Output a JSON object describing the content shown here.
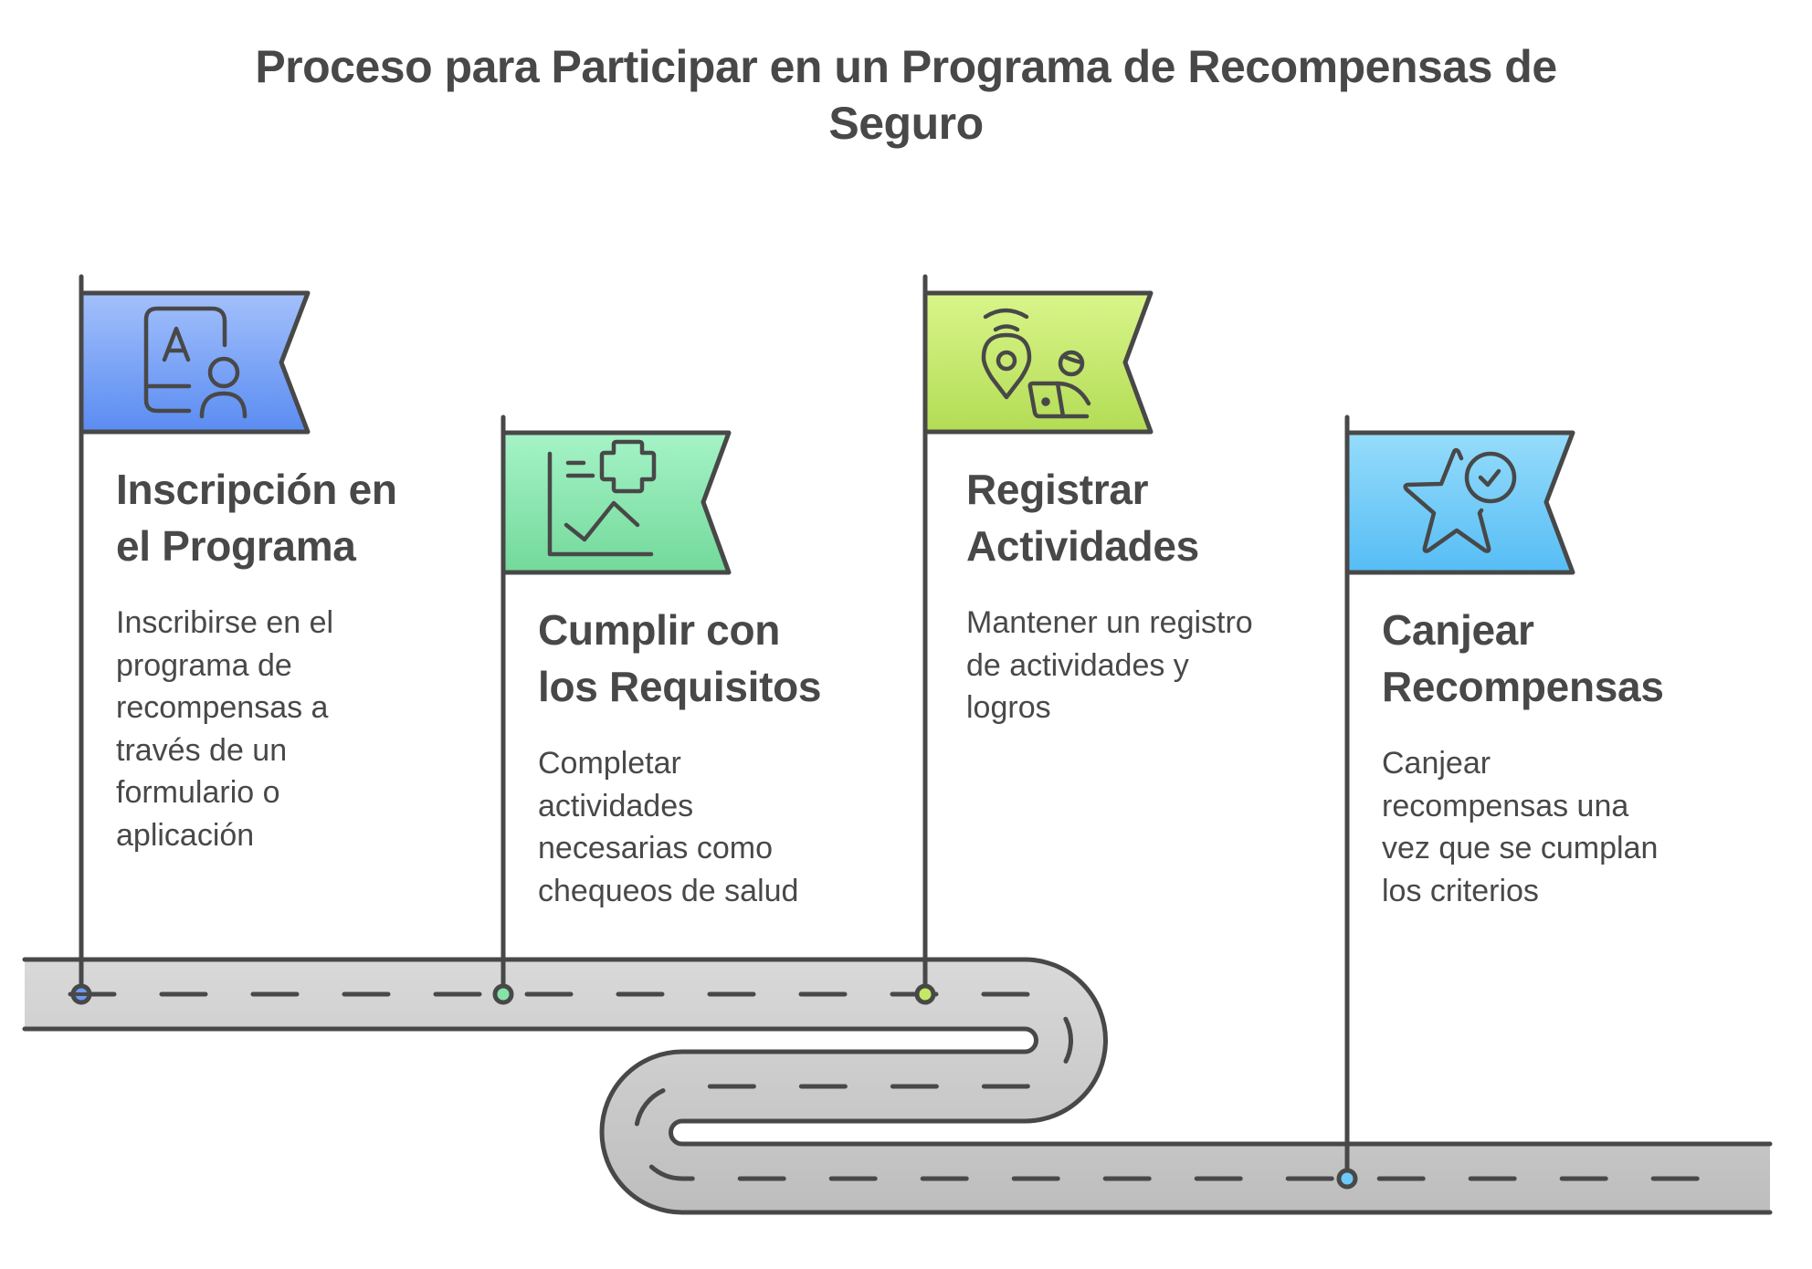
{
  "title": {
    "lines": [
      "Proceso para Participar en un Programa de Recompensas de",
      "Seguro"
    ]
  },
  "colors": {
    "stroke": "#484848",
    "road_fill_top": "#d9d9d9",
    "road_fill_bottom": "#bdbdbd",
    "background": "#ffffff"
  },
  "steps": [
    {
      "heading_lines": [
        "Inscripción en",
        "el Programa"
      ],
      "description_lines": [
        "Inscribirse en el",
        "programa de",
        "recompensas a",
        "través de un",
        "formulario o",
        "aplicación"
      ],
      "icon": "mobile-app-user-icon",
      "flag_color_top": "#a3c0fb",
      "flag_color_bottom": "#5a8cf2",
      "marker_color": "#6b9af5"
    },
    {
      "heading_lines": [
        "Cumplir con",
        "los Requisitos"
      ],
      "description_lines": [
        "Completar",
        "actividades",
        "necesarias como",
        "chequeos de salud"
      ],
      "icon": "health-chart-icon",
      "flag_color_top": "#a5f3c7",
      "flag_color_bottom": "#73d99a",
      "marker_color": "#86e3a8"
    },
    {
      "heading_lines": [
        "Registrar",
        "Actividades"
      ],
      "description_lines": [
        "Mantener un registro",
        "de actividades y",
        "logros"
      ],
      "icon": "location-tracking-icon",
      "flag_color_top": "#d9f58a",
      "flag_color_bottom": "#b3dc55",
      "marker_color": "#c6e965"
    },
    {
      "heading_lines": [
        "Canjear",
        "Recompensas"
      ],
      "description_lines": [
        "Canjear",
        "recompensas una",
        "vez que se cumplan",
        "los criterios"
      ],
      "icon": "star-check-icon",
      "flag_color_top": "#96dcfb",
      "flag_color_bottom": "#56bdf5",
      "marker_color": "#6ccaf8"
    }
  ]
}
